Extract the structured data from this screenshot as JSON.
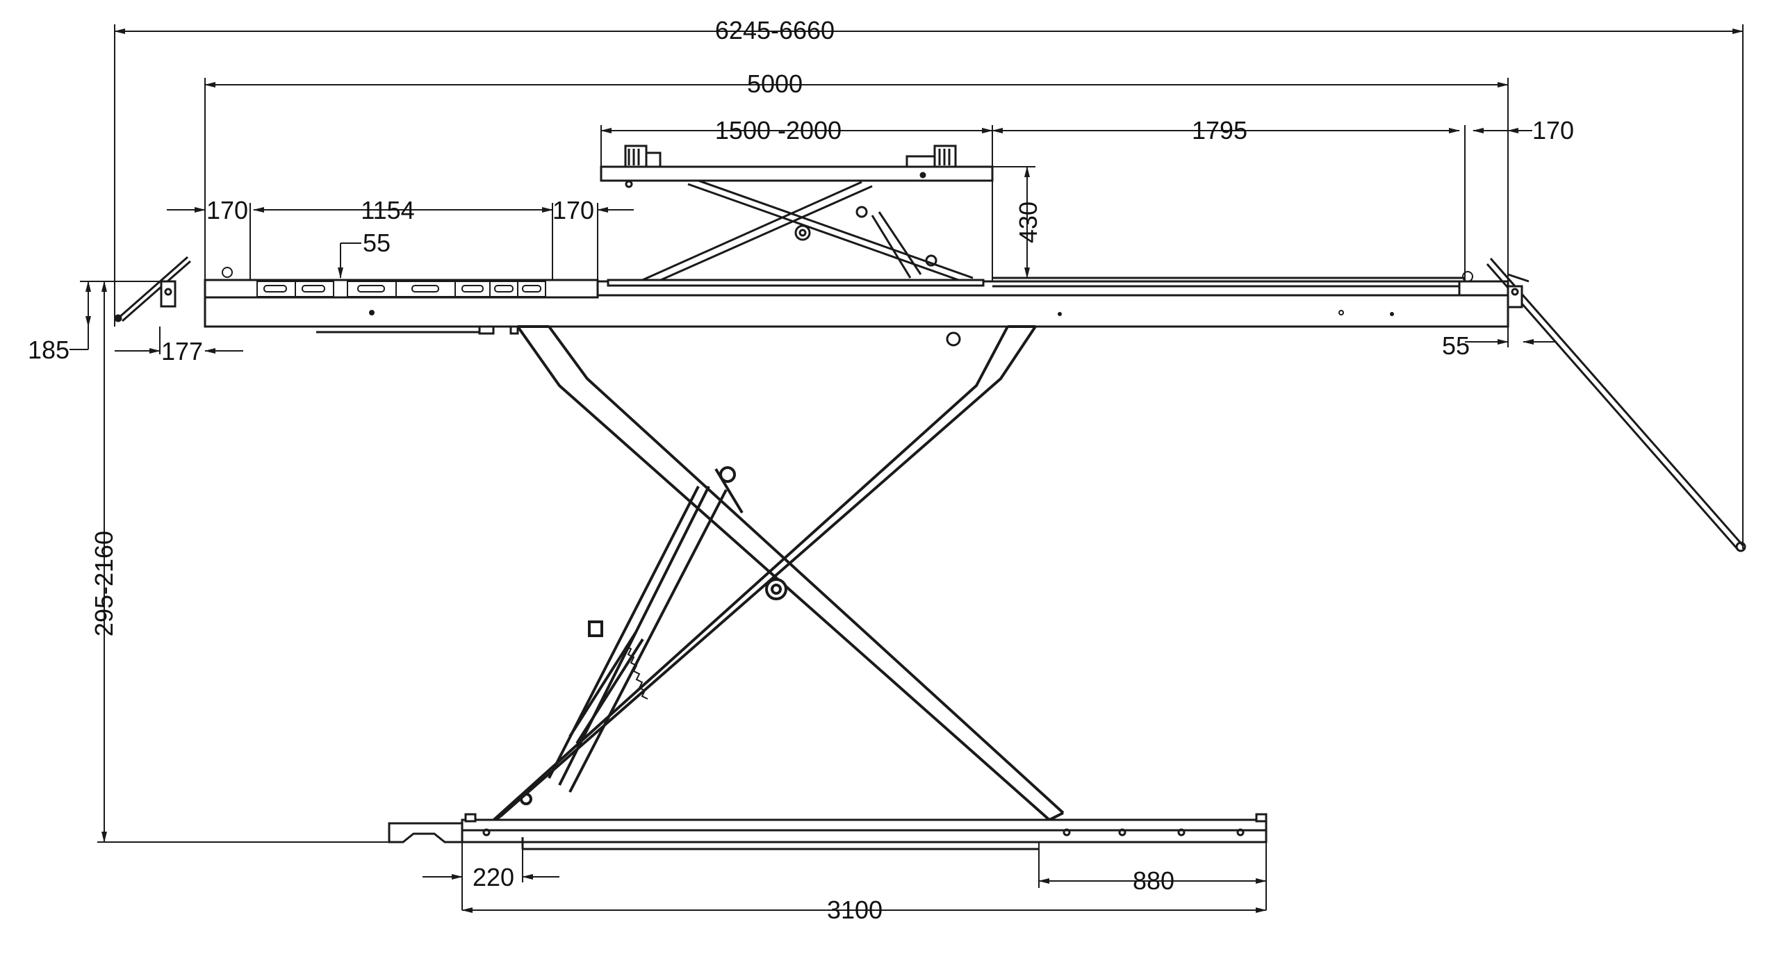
{
  "dimensions": {
    "overall_length": "6245-6660",
    "platform_length": "5000",
    "secondary_lift_length": "1500 -2000",
    "rear_section": "1795",
    "rear_ramp_offset": "170",
    "front_offset_left": "170",
    "front_slot_length": "1154",
    "front_offset_right": "170",
    "slot_depth": "55",
    "secondary_lift_height": "430",
    "ramp_height": "185",
    "ramp_offset": "177",
    "rear_step": "55",
    "lift_height_range": "295-2160",
    "base_offset": "220",
    "base_rear_section": "880",
    "base_length": "3100"
  },
  "colors": {
    "line": "#1a1a1a",
    "background": "#ffffff"
  }
}
